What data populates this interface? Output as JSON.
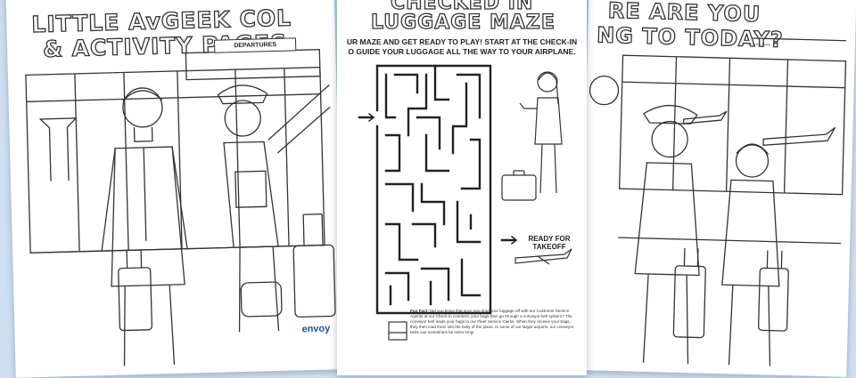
{
  "colors": {
    "background": "#cfe0f2",
    "sheet": "#ffffff",
    "line_art": "#333333",
    "brand": "#1a4ea8"
  },
  "left_sheet": {
    "title_line1": "LITTLE AvGEEK COL",
    "title_line2": "& ACTIVITY PAGES",
    "departures_sign": "DEPARTURES",
    "brand": "envoy"
  },
  "center_sheet": {
    "title_line1": "CHECKED IN",
    "title_line2": "LUGGAGE MAZE",
    "instructions_line1": "UR MAZE AND GET READY TO PLAY! START AT THE CHECK-IN",
    "instructions_line2": "O GUIDE YOUR LUGGAGE ALL THE WAY TO YOUR AIRPLANE.",
    "ready_line1": "READY FOR",
    "ready_line2": "TAKEOFF",
    "fun_fact_label": "Fun Fact:",
    "fun_fact_text": "Did you know that once you drop your luggage off with our Customer Service Agents at our Check-in counters, your bags then go through a conveyor belt system? The conveyor belt leads your bags to our Fleet Service Clerks. When they receive your bags, they then load them into the belly of the plane. In some of our larger airports, our conveyor belts can sometimes be miles long!"
  },
  "right_sheet": {
    "title_line1": "RE ARE YOU",
    "title_line2": "NG TO TODAY?",
    "blank_hint": "fill in the blank"
  }
}
